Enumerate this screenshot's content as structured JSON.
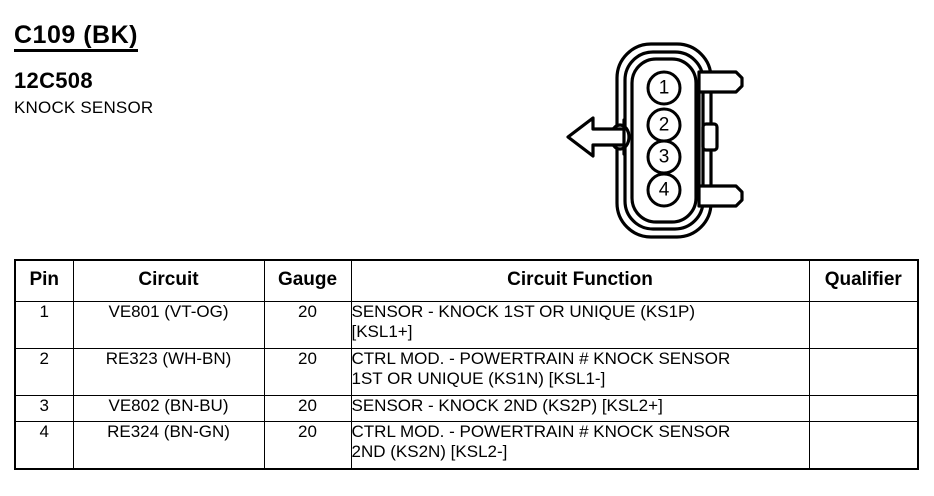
{
  "header": {
    "connector_code": "C109 (BK)",
    "part_number": "12C508",
    "component_name": "KNOCK SENSOR"
  },
  "connector": {
    "pin_labels": [
      "1",
      "2",
      "3",
      "4"
    ],
    "orientation_arrow": "left-arrow",
    "outline_color": "#000000"
  },
  "table": {
    "columns": [
      "Pin",
      "Circuit",
      "Gauge",
      "Circuit Function",
      "Qualifier"
    ],
    "rows": [
      {
        "pin": "1",
        "circuit": "VE801 (VT-OG)",
        "gauge": "20",
        "function": "SENSOR - KNOCK 1ST OR UNIQUE (KS1P)\n[KSL1+]",
        "qualifier": ""
      },
      {
        "pin": "2",
        "circuit": "RE323 (WH-BN)",
        "gauge": "20",
        "function": "CTRL MOD. - POWERTRAIN # KNOCK SENSOR\n1ST OR UNIQUE (KS1N) [KSL1-]",
        "qualifier": ""
      },
      {
        "pin": "3",
        "circuit": "VE802 (BN-BU)",
        "gauge": "20",
        "function": "SENSOR - KNOCK 2ND (KS2P) [KSL2+]",
        "qualifier": ""
      },
      {
        "pin": "4",
        "circuit": "RE324 (BN-GN)",
        "gauge": "20",
        "function": "CTRL MOD. - POWERTRAIN # KNOCK SENSOR\n2ND (KS2N) [KSL2-]",
        "qualifier": ""
      }
    ]
  }
}
